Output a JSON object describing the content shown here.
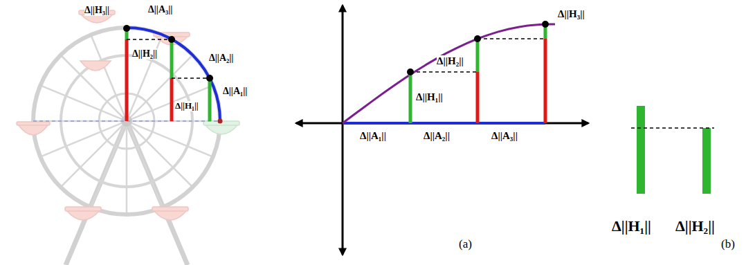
{
  "diagram": {
    "labels": [
      "Δ||H₃||",
      "Δ||A₃||",
      "Δ||H₂||",
      "Δ||A₂||",
      "Δ||H₁||",
      "Δ||A₁||",
      "Δ||H₁||",
      "Δ||H₂||",
      "Δ||H₃||",
      "Δ||A₁||",
      "Δ||A₂||",
      "Δ||A₃||",
      "(a)",
      "Δ||H₁||",
      "Δ||H₂||",
      "(b)"
    ]
  }
}
